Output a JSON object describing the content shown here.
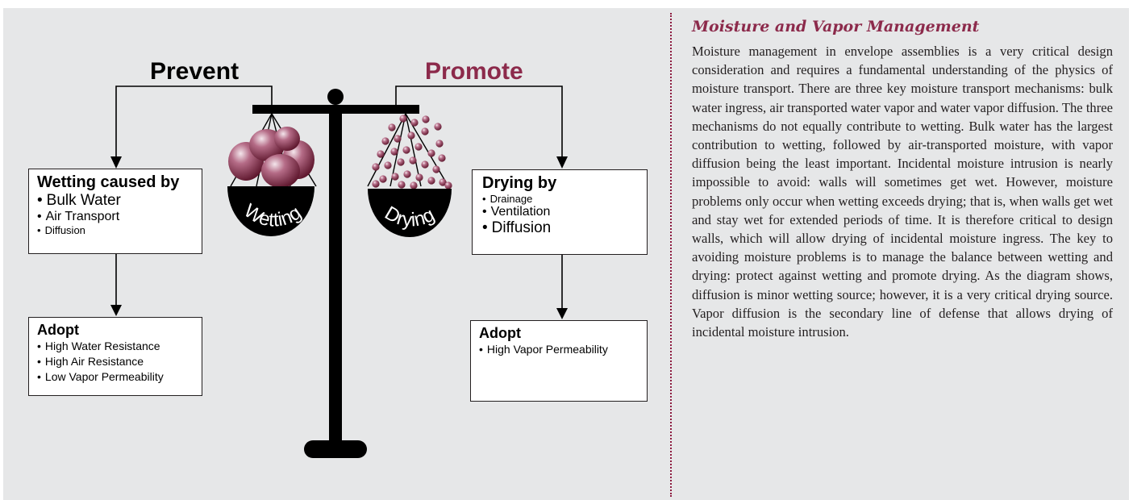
{
  "diagram": {
    "prevent_label": "Prevent",
    "promote_label": "Promote",
    "wetting_pan_label": "Wetting",
    "drying_pan_label": "Drying",
    "wetting_box": {
      "heading": "Wetting caused by",
      "items": [
        "Bulk Water",
        "Air Transport",
        "Diffusion"
      ]
    },
    "drying_box": {
      "heading": "Drying by",
      "items": [
        "Drainage",
        "Ventilation",
        "Diffusion"
      ]
    },
    "adopt_left": {
      "heading": "Adopt",
      "items": [
        "High Water Resistance",
        "High Air Resistance",
        "Low Vapor Permeability"
      ]
    },
    "adopt_right": {
      "heading": "Adopt",
      "items": [
        "High Vapor Permeability"
      ]
    },
    "colors": {
      "accent": "#8c2a4b",
      "drop": "#9c4f6a",
      "panel": "#e6e7e8",
      "ink": "#231f20"
    }
  },
  "sidebar": {
    "title": "Moisture and Vapor Management",
    "body": "Moisture management in envelope assemblies is a very critical design consideration and requires a fundamental understanding of the physics of moisture transport. There are three key moisture transport mechanisms: bulk water ingress, air transported water vapor and water vapor diffusion. The three mechanisms do not equally contribute to wetting. Bulk water has the largest contribution to wetting, followed by air-transported moisture, with vapor diffusion being the least important. Incidental moisture intrusion is nearly impossible to avoid: walls will sometimes get wet. However, moisture problems only occur when wetting exceeds drying; that is, when walls get wet and stay wet for extended periods of time. It is therefore critical to design walls, which will allow drying of incidental moisture ingress. The key to avoiding moisture problems is to manage the balance between wetting and drying: protect against wetting and promote drying. As the diagram shows, diffusion is minor wetting source; however, it is a very critical drying source. Vapor diffusion is the secondary line of defense that allows drying of incidental moisture intrusion."
  }
}
